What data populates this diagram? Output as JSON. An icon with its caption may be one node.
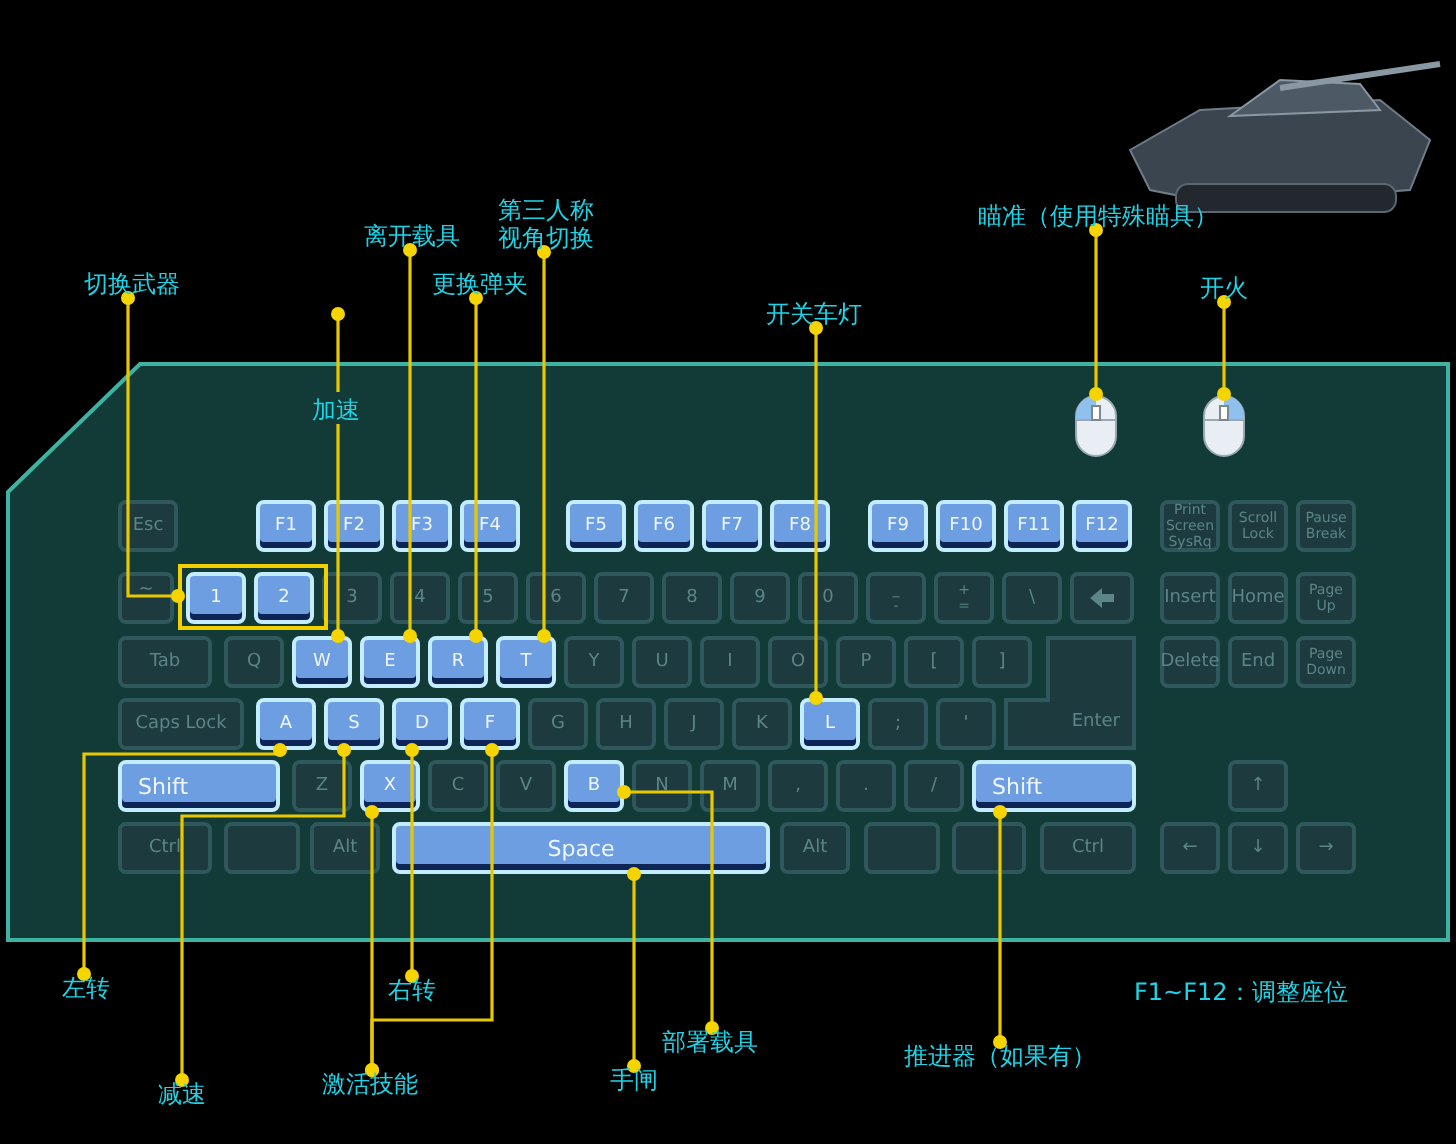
{
  "diagram": {
    "nodes": [
      {
        "text": [
          "第三人称视角切换"
        ]
      },
      {
        "text": [
          "离开载具"
        ]
      },
      {
        "text": [
          "瞄准（使用特殊瞄具）"
        ]
      },
      {
        "text": [
          "更换弹夹"
        ]
      },
      {
        "text": [
          "切换武器"
        ]
      },
      {
        "text": [
          "开火"
        ]
      },
      {
        "text": [
          "开关车灯"
        ]
      },
      {
        "text": [
          "加速"
        ]
      },
      {
        "text": [],
        "shape": "picture"
      },
      {
        "text": [],
        "shape": "picture"
      },
      {
        "text": [
          "Esc"
        ]
      },
      {
        "text": [
          "F1"
        ]
      },
      {
        "text": [
          "F2"
        ]
      },
      {
        "text": [
          "F3"
        ]
      },
      {
        "text": [
          "F4"
        ]
      },
      {
        "text": [
          "F5"
        ]
      },
      {
        "text": [
          "F6"
        ]
      },
      {
        "text": [
          "F7"
        ]
      },
      {
        "text": [
          "F8"
        ]
      },
      {
        "text": [
          "F9"
        ]
      },
      {
        "text": [
          "F10"
        ]
      },
      {
        "text": [
          "F11"
        ]
      },
      {
        "text": [
          "F12"
        ]
      },
      {
        "text": [
          "Print Screen SysRq"
        ]
      },
      {
        "text": [
          "Scroll Lock"
        ]
      },
      {
        "text": [
          "Pause Break"
        ]
      },
      {
        "text": [
          "~"
        ]
      },
      {
        "text": [],
        "shape": "box"
      },
      {
        "text": [
          "1"
        ],
        "in": 27
      },
      {
        "text": [
          "2"
        ],
        "in": 27
      },
      {
        "text": [
          "3"
        ]
      },
      {
        "text": [
          "4"
        ]
      },
      {
        "text": [
          "5"
        ]
      },
      {
        "text": [
          "6"
        ]
      },
      {
        "text": [
          "7"
        ]
      },
      {
        "text": [
          "8"
        ]
      },
      {
        "text": [
          "9"
        ]
      },
      {
        "text": [
          "0"
        ]
      },
      {
        "text": [
          "_ -"
        ]
      },
      {
        "text": [
          "+ ="
        ]
      },
      {
        "text": [
          "\\"
        ]
      },
      {
        "text": [],
        "shape": "box"
      },
      {
        "text": [
          "Insert"
        ]
      },
      {
        "text": [
          "Home"
        ]
      },
      {
        "text": [
          "Page Up"
        ]
      },
      {
        "text": [
          "Tab"
        ]
      },
      {
        "text": [
          "Q"
        ]
      },
      {
        "text": [
          "W"
        ]
      },
      {
        "text": [
          "E"
        ]
      },
      {
        "text": [
          "R"
        ]
      },
      {
        "text": [
          "T"
        ]
      },
      {
        "text": [
          "Y"
        ]
      },
      {
        "text": [
          "U"
        ]
      },
      {
        "text": [
          "I"
        ]
      },
      {
        "text": [
          "O"
        ]
      },
      {
        "text": [
          "P"
        ]
      },
      {
        "text": [
          "["
        ]
      },
      {
        "text": [
          "]"
        ]
      },
      {
        "text": [
          "Enter"
        ]
      },
      {
        "text": [
          "Delete"
        ]
      },
      {
        "text": [
          "End"
        ]
      },
      {
        "text": [
          "Page Down"
        ]
      },
      {
        "text": [
          "Caps Lock"
        ]
      },
      {
        "text": [
          "A"
        ]
      },
      {
        "text": [
          "S"
        ]
      },
      {
        "text": [
          "D"
        ]
      },
      {
        "text": [
          "F"
        ]
      },
      {
        "text": [
          "G"
        ]
      },
      {
        "text": [
          "H"
        ]
      },
      {
        "text": [
          "J"
        ]
      },
      {
        "text": [
          "K"
        ]
      },
      {
        "text": [
          "L"
        ]
      },
      {
        "text": [
          ";"
        ]
      },
      {
        "text": [
          "'"
        ]
      },
      {
        "text": [
          "Shift"
        ]
      },
      {
        "text": [
          "Z"
        ]
      },
      {
        "text": [
          "X"
        ]
      },
      {
        "text": [
          "C"
        ]
      },
      {
        "text": [
          "V"
        ]
      },
      {
        "text": [
          "B"
        ]
      },
      {
        "text": [
          "N"
        ]
      },
      {
        "text": [
          "M"
        ]
      },
      {
        "text": [
          ","
        ]
      },
      {
        "text": [
          "."
        ]
      },
      {
        "text": [
          "/"
        ]
      },
      {
        "text": [
          "Shift"
        ]
      },
      {
        "text": [
          "↑"
        ]
      },
      {
        "text": [
          "Ctrl"
        ]
      },
      {
        "text": [],
        "shape": "box"
      },
      {
        "text": [
          "Alt"
        ]
      },
      {
        "text": [
          "Space"
        ]
      },
      {
        "text": [
          "Alt"
        ]
      },
      {
        "text": [],
        "shape": "box"
      },
      {
        "text": [],
        "shape": "box"
      },
      {
        "text": [
          "Ctrl"
        ]
      },
      {
        "text": [
          "←"
        ]
      },
      {
        "text": [
          "↓"
        ]
      },
      {
        "text": [
          "→"
        ]
      },
      {
        "text": [
          "左转"
        ]
      },
      {
        "text": [
          "右转"
        ]
      },
      {
        "text": [
          "部署载具"
        ]
      },
      {
        "text": [
          "推进器（如果有）"
        ]
      },
      {
        "text": [
          "手闸"
        ]
      },
      {
        "text": [
          "激活技能"
        ]
      },
      {
        "text": [
          "减速"
        ]
      }
    ],
    "edges": [
      {
        "from": 4,
        "to": 27,
        "arrow": "other"
      },
      {
        "from": 7,
        "to": 47,
        "arrow": "other"
      },
      {
        "from": 1,
        "to": 48,
        "arrow": "other"
      },
      {
        "from": 3,
        "to": 49,
        "arrow": "other"
      },
      {
        "from": 0,
        "to": 50,
        "arrow": "other"
      },
      {
        "from": 6,
        "to": 71,
        "arrow": "other"
      },
      {
        "from": 2,
        "to": 8,
        "arrow": "other"
      },
      {
        "from": 5,
        "to": 9,
        "arrow": "other"
      },
      {
        "from": 98,
        "to": 63,
        "arrow": "other"
      },
      {
        "from": 104,
        "to": 64,
        "arrow": "other"
      },
      {
        "from": 103,
        "to": 76,
        "arrow": "other"
      },
      {
        "from": 103,
        "to": 66,
        "arrow": "other"
      },
      {
        "from": 99,
        "to": 65,
        "arrow": "other"
      },
      {
        "from": 102,
        "to": 90,
        "arrow": "other"
      },
      {
        "from": 100,
        "to": 79,
        "arrow": "other"
      },
      {
        "from": 101,
        "to": 85,
        "arrow": "other"
      }
    ],
    "labels": [
      "F1~F12：调整座位"
    ]
  }
}
